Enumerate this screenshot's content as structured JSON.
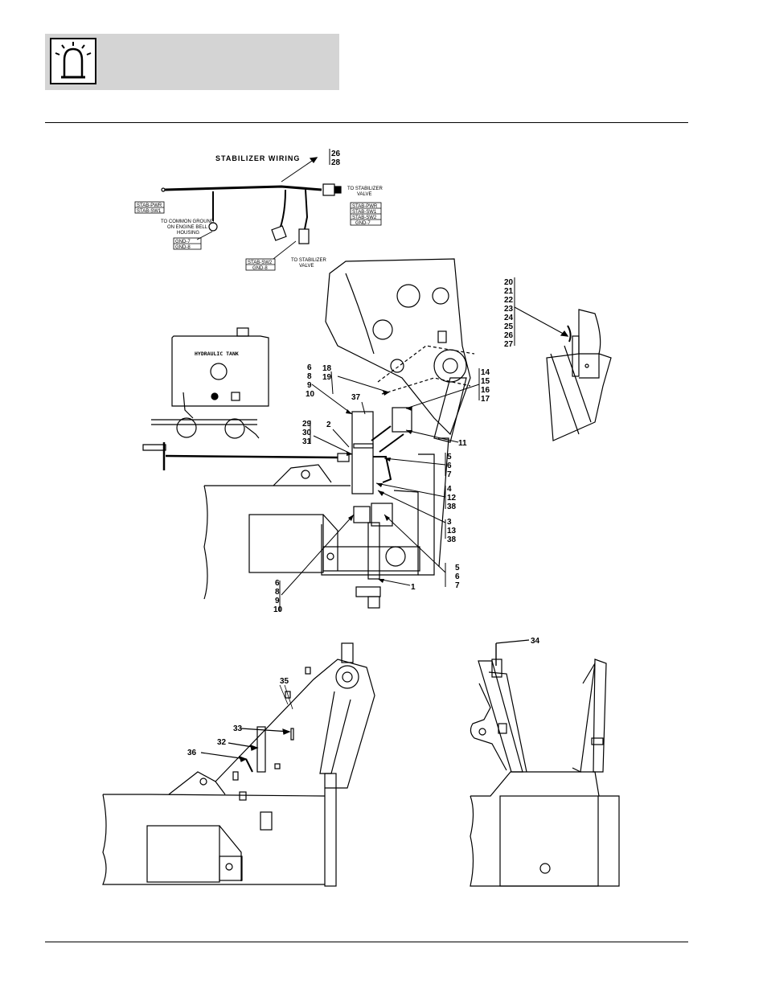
{
  "wiring": {
    "title": "STABILIZER WIRING",
    "tag_left": [
      "STAB-PWR",
      "STAB-SW1"
    ],
    "ground_note": [
      "TO COMMON GROUND",
      "ON ENGINE BELL",
      "HOUSING"
    ],
    "tag_ground": [
      "GND-7",
      "GND-8"
    ],
    "tag_bottom": [
      "STAB-SW2",
      "GND-8"
    ],
    "to_valve_bottom": [
      "TO STABILIZER",
      "VALVE"
    ],
    "to_valve_right": [
      "TO STABILIZER",
      "VALVE"
    ],
    "tag_right": [
      "STAB-PWR",
      "STAB-SW1",
      "STAB-SW2",
      "GND-7"
    ]
  },
  "tank_label": "HYDRAULIC TANK",
  "callouts": {
    "c26_28": [
      "26",
      "28"
    ],
    "c20_27": [
      "20",
      "21",
      "22",
      "23",
      "24",
      "25",
      "26",
      "27"
    ],
    "c6_10a": [
      "6",
      "8",
      "9",
      "10"
    ],
    "c18_19": [
      "18",
      "19"
    ],
    "c14_17": [
      "14",
      "15",
      "16",
      "17"
    ],
    "c37": "37",
    "c29_31": [
      "29",
      "30",
      "31"
    ],
    "c2": "2",
    "c11": "11",
    "c5_7a": [
      "5",
      "6",
      "7"
    ],
    "c4_12_38": [
      "4",
      "12",
      "38"
    ],
    "c3_13_38": [
      "3",
      "13",
      "38"
    ],
    "c5_7b": [
      "5",
      "6",
      "7"
    ],
    "c1": "1",
    "c6_10b": [
      "6",
      "8",
      "9",
      "10"
    ],
    "c35": "35",
    "c33": "33",
    "c32": "32",
    "c36": "36",
    "c34": "34"
  }
}
